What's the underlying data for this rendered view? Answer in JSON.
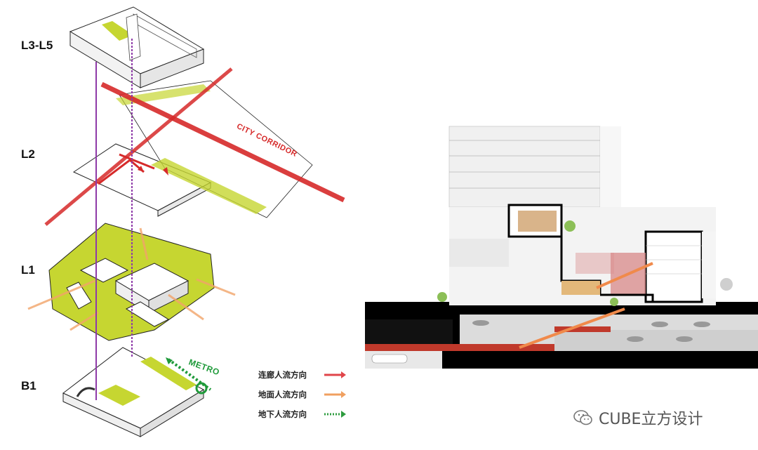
{
  "levels": {
    "l3_l5": "L3-L5",
    "l2": "L2",
    "l1": "L1",
    "b1": "B1"
  },
  "annotations": {
    "city_corridor": "CITY CORRIDOR",
    "metro": "METRO"
  },
  "legend": [
    {
      "label": "连廊人流方向",
      "color": "#e0454a",
      "style": "solid"
    },
    {
      "label": "地面人流方向",
      "color": "#f0a060",
      "style": "solid"
    },
    {
      "label": "地下人流方向",
      "color": "#2e9c3f",
      "style": "dotted"
    }
  ],
  "watermark": "CUBE立方设计",
  "colors": {
    "green_area": "#c6d631",
    "corridor_red": "#d62a2a",
    "ground_orange": "#f2a46a",
    "metro_green": "#1f9a3a",
    "core_purple": "#8e3aa8"
  }
}
